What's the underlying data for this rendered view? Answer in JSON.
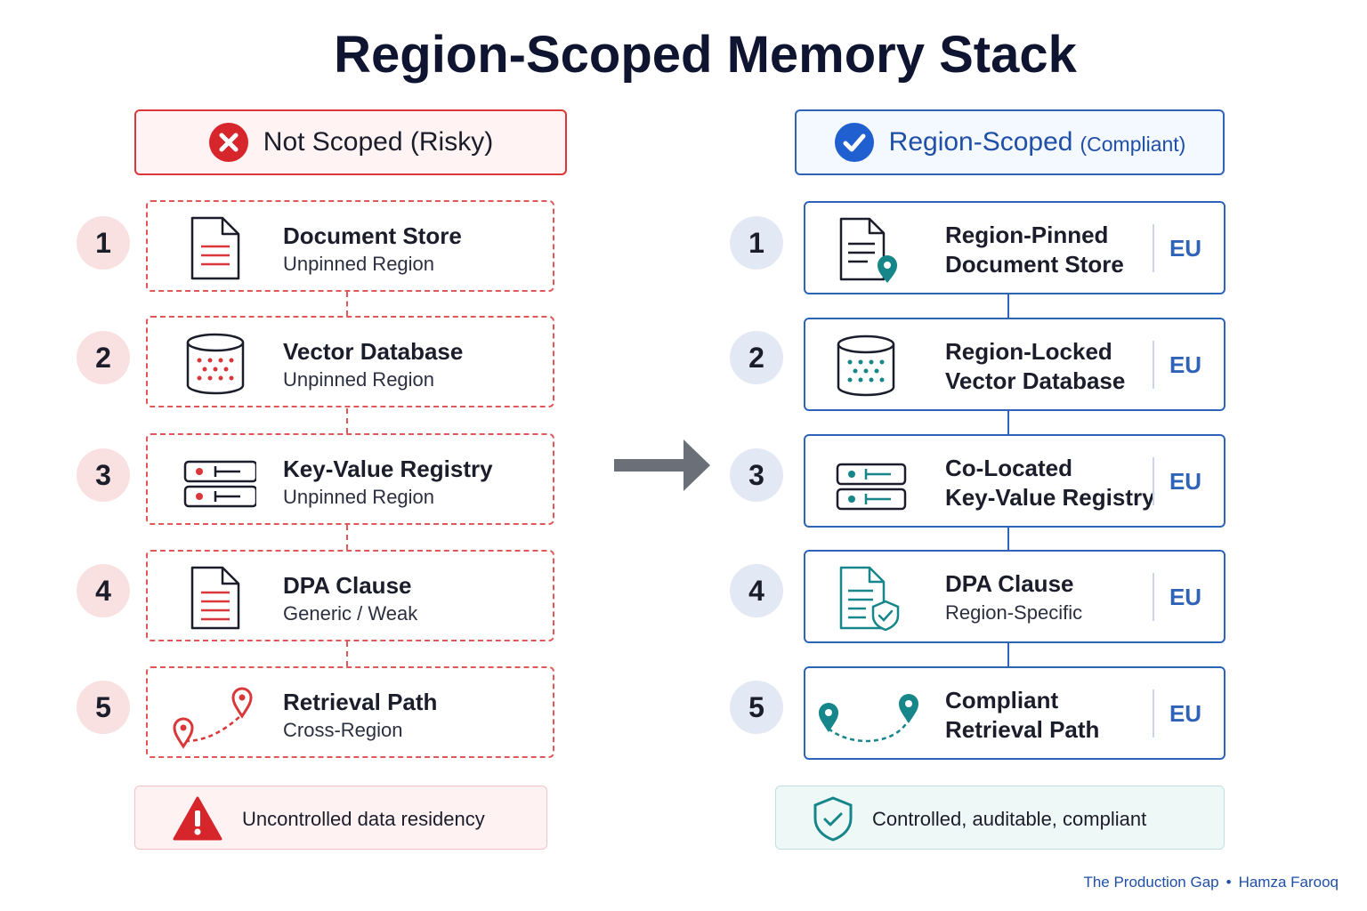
{
  "title": "Region-Scoped Memory Stack",
  "left": {
    "header": "Not Scoped (Risky)",
    "items": [
      {
        "num": "1",
        "title": "Document Store",
        "sub": "Unpinned Region"
      },
      {
        "num": "2",
        "title": "Vector Database",
        "sub": "Unpinned Region"
      },
      {
        "num": "3",
        "title": "Key-Value Registry",
        "sub": "Unpinned Region"
      },
      {
        "num": "4",
        "title": "DPA Clause",
        "sub": "Generic / Weak"
      },
      {
        "num": "5",
        "title": "Retrieval Path",
        "sub": "Cross-Region"
      }
    ],
    "footer": "Uncontrolled data residency"
  },
  "right": {
    "header": "Region-Scoped",
    "header_sub": "(Compliant)",
    "items": [
      {
        "num": "1",
        "title": "Region-Pinned",
        "sub": "Document Store",
        "tag": "EU"
      },
      {
        "num": "2",
        "title": "Region-Locked",
        "sub": "Vector Database",
        "tag": "EU"
      },
      {
        "num": "3",
        "title": "Co-Located",
        "sub": "Key-Value Registry",
        "tag": "EU"
      },
      {
        "num": "4",
        "title": "DPA Clause",
        "sub": "Region-Specific",
        "tag": "EU"
      },
      {
        "num": "5",
        "title": "Compliant",
        "sub": "Retrieval Path",
        "tag": "EU"
      }
    ],
    "footer": "Controlled, auditable, compliant"
  },
  "credit": {
    "source": "The Production Gap",
    "separator": "•",
    "author": "Hamza Farooq"
  },
  "colors": {
    "risk": "#d9373a",
    "compliant": "#2f63b8",
    "teal": "#17868a"
  }
}
